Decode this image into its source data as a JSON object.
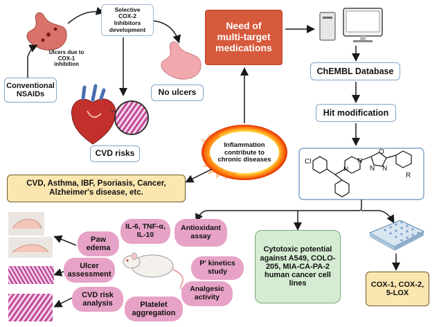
{
  "labels": {
    "ulcers_cox1": "Ulcers due to\nCOX-1\ninhibition",
    "conventional_nsaids": "Conventional\nNSAIDs",
    "selective_cox2": "Selective\nCOX-2\nInhibitors\ndevelopment",
    "no_ulcers": "No ulcers",
    "cvd_risks": "CVD risks",
    "need_multi_target": "Need of\nmulti-target\nmedications",
    "chembl_database": "ChEMBL Database",
    "hit_modification": "Hit modification",
    "inflammation": "Inflammation\ncontribute to\nchronic diseases",
    "diseases": "CVD, Asthma, IBF, Psoriasis, Cancer,\nAlzheimer's disease, etc.",
    "cytotoxic": "Cytotoxic potential\nagainst A549, COLO-\n205, MIA-CA-PA-2\nhuman cancer cell\nlines",
    "cox_lox": "COX-1, COX-2,\n5-LOX",
    "paw_edema": "Paw\nedema",
    "cytokines": "IL-6, TNF-α,\nIL-10",
    "antioxidant": "Antioxidant\nassay",
    "ulcer_assessment": "Ulcer\nassessment",
    "pk_study": "P' kinetics\nstudy",
    "cvd_risk_analysis": "CVD risk\nanalysis",
    "analgesic": "Analgesic\nactivity",
    "platelet": "Platelet\naggregation"
  },
  "molecule": {
    "cl": "Cl",
    "n1": "N",
    "n2": "N",
    "o": "O",
    "n3": "N",
    "n4": "N",
    "r": "R"
  },
  "colors": {
    "arrow": "#1a1a1a",
    "red_box": "#d65a3c",
    "pill": "#e7a3c7",
    "yellow_box": "#fbe6b0",
    "green_box": "#d5ecd2",
    "white_box_border": "#7fa3c8"
  }
}
